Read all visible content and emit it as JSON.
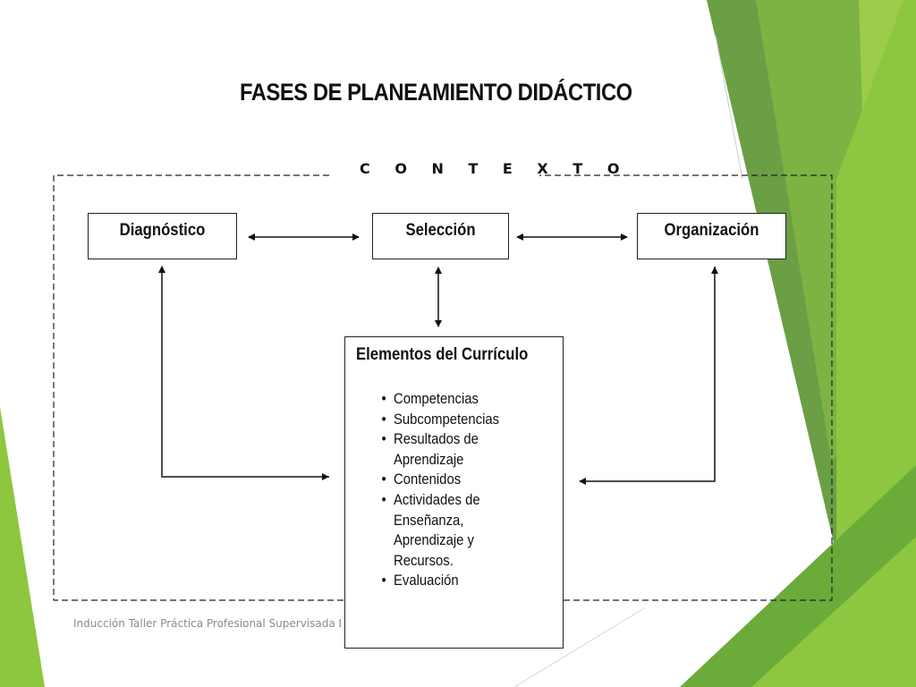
{
  "slide": {
    "title": "FASES DE PLANEAMIENTO DIDÁCTICO",
    "context_label": "C O N T E X T O",
    "footer": "Inducción Taller Práctica Profesional Supervisada I"
  },
  "phases": {
    "diagnostico": "Diagnóstico",
    "seleccion": "Selección",
    "organizacion": "Organización"
  },
  "elements": {
    "title": "Elementos del Currículo",
    "items": [
      {
        "bullet": "•",
        "lines": [
          "Competencias"
        ]
      },
      {
        "bullet": "•",
        "lines": [
          "Subcompetencias"
        ]
      },
      {
        "bullet": "•",
        "lines": [
          "Resultados de",
          "Aprendizaje"
        ]
      },
      {
        "bullet": "•",
        "lines": [
          "Contenidos"
        ]
      },
      {
        "bullet": "•",
        "lines": [
          "Actividades de",
          "Enseñanza,",
          "Aprendizaje y",
          "Recursos."
        ]
      },
      {
        "bullet": "•",
        "lines": [
          "Evaluación"
        ]
      }
    ]
  },
  "colors": {
    "green_light": "#8dc63f",
    "green_mid": "#6aab3a",
    "green_dark": "#4a8f2a",
    "text": "#111111",
    "footer_text": "#8a8a8a"
  }
}
